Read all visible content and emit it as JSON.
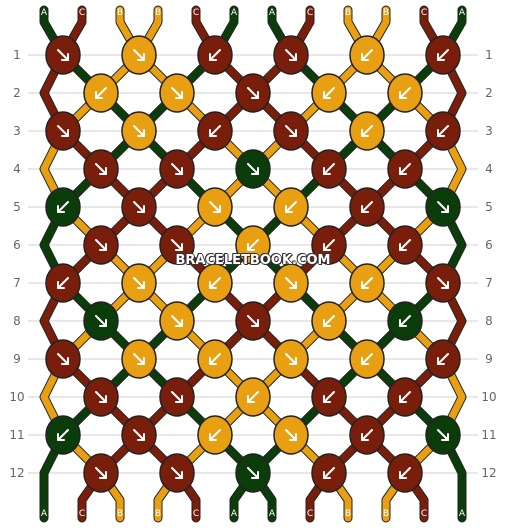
{
  "colors": {
    "A": "#0b3d0b",
    "B": "#e8a012",
    "C": "#7a1e0c"
  },
  "top_strings": [
    "A",
    "C",
    "B",
    "B",
    "C",
    "A",
    "A",
    "C",
    "B",
    "B",
    "C",
    "A"
  ],
  "bottom_strings": [
    "A",
    "C",
    "B",
    "B",
    "C",
    "A",
    "A",
    "C",
    "B",
    "B",
    "C",
    "A"
  ],
  "row_labels": [
    "1",
    "2",
    "3",
    "4",
    "5",
    "6",
    "7",
    "8",
    "9",
    "10",
    "11",
    "12"
  ],
  "knot_rows": [
    [
      "C:dr",
      "B:dr",
      "C:dl",
      "C:dr",
      "B:dl",
      "C:dl"
    ],
    [
      "B:dl",
      "B:dr",
      "C:dr",
      "B:dl",
      "B:dl"
    ],
    [
      "C:dr",
      "B:dr",
      "C:dl",
      "C:dr",
      "B:dl",
      "C:dl"
    ],
    [
      "C:dr",
      "C:dr",
      "A:dr",
      "C:dl",
      "C:dl"
    ],
    [
      "A:dl",
      "C:dr",
      "B:dr",
      "B:dl",
      "C:dl",
      "A:dr"
    ],
    [
      "C:dr",
      "C:dr",
      "B:dl",
      "C:dl",
      "C:dl"
    ],
    [
      "C:dl",
      "B:dr",
      "B:dl",
      "B:dr",
      "B:dl",
      "C:dr"
    ],
    [
      "A:dr",
      "B:dr",
      "C:dr",
      "B:dl",
      "A:dl"
    ],
    [
      "C:dr",
      "B:dr",
      "B:dl",
      "B:dr",
      "B:dl",
      "C:dl"
    ],
    [
      "C:dr",
      "C:dr",
      "B:dl",
      "C:dl",
      "C:dl"
    ],
    [
      "A:dl",
      "C:dr",
      "B:dl",
      "B:dr",
      "C:dl",
      "A:dr"
    ],
    [
      "C:dr",
      "C:dr",
      "A:dr",
      "C:dl",
      "C:dl"
    ]
  ],
  "watermark": "BRACELETBOOK.COM"
}
